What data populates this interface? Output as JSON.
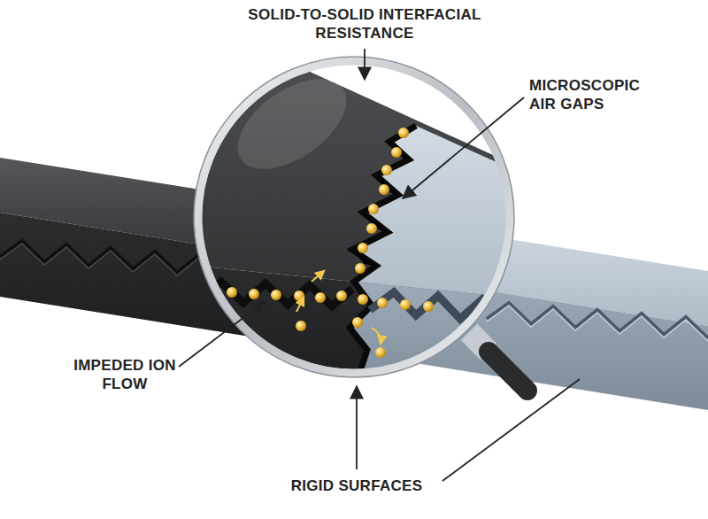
{
  "diagram": {
    "labels": [
      "SOLID-TO-SOLID INTERFACIAL RESISTANCE",
      "MICROSCOPIC AIR GAPS",
      "IMPEDED ION FLOW",
      "RIGID SURFACES"
    ]
  }
}
